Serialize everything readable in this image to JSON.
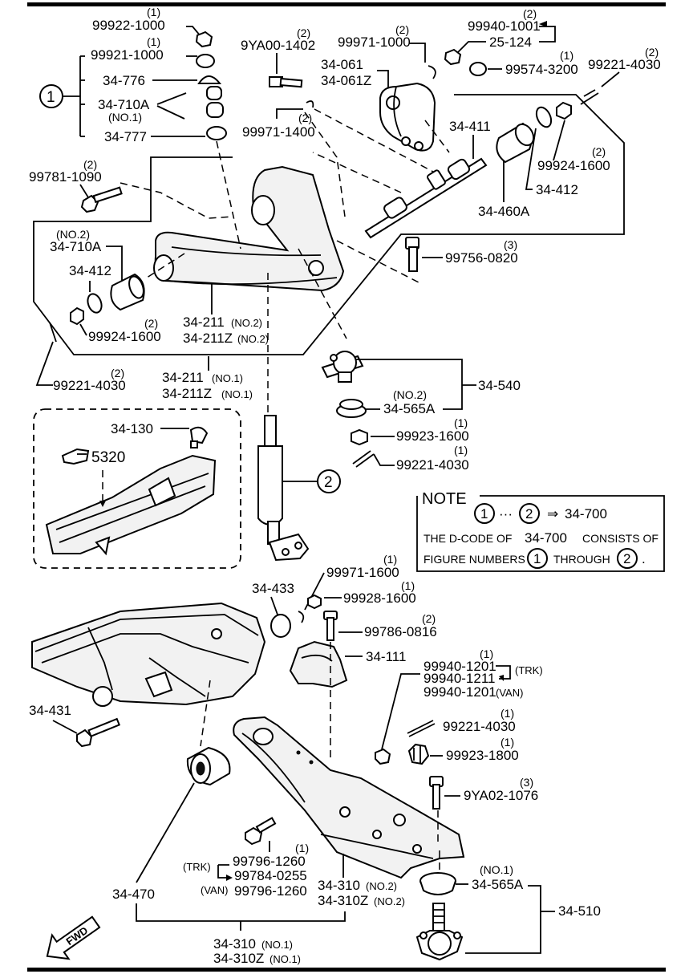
{
  "labels": {
    "p99922_1000": "99922-1000",
    "q99922_1000": "(1)",
    "p99921_1000": "99921-1000",
    "q99921_1000": "(1)",
    "p34_776": "34-776",
    "p34_710A": "34-710A",
    "q34_710A": "(NO.1)",
    "p34_777": "34-777",
    "circle1": "1",
    "p9YA00_1402": "9YA00-1402",
    "q9YA00_1402": "(2)",
    "p99971_1000": "99971-1000",
    "q99971_1000": "(2)",
    "p34_061": "34-061",
    "p34_061Z": "34-061Z",
    "p99971_1400": "99971-1400",
    "q99971_1400": "(2)",
    "p99940_1001": "99940-1001",
    "q99940_1001": "(2)",
    "p25_124": "25-124",
    "p99574_3200": "99574-3200",
    "q99574_3200": "(1)",
    "p99221_4030_top": "99221-4030",
    "q99221_4030_top": "(2)",
    "p34_411": "34-411",
    "p99924_1600_r": "99924-1600",
    "q99924_1600_r": "(2)",
    "p34_412_r": "34-412",
    "p34_460A": "34-460A",
    "p99781_1090": "99781-1090",
    "q99781_1090": "(2)",
    "q34_710A_no2": "(NO.2)",
    "p34_710A_l": "34-710A",
    "p34_412_l": "34-412",
    "p99924_1600_l": "99924-1600",
    "q99924_1600_l": "(2)",
    "p99756_0820": "99756-0820",
    "q99756_0820": "(3)",
    "p34_211_no2": "34-211",
    "q34_211_no2": "(NO.2)",
    "p34_211Z_no2": "34-211Z",
    "q34_211Z_no2": "(NO.2)",
    "p99221_4030_l": "99221-4030",
    "q99221_4030_l": "(2)",
    "p34_211_no1": "34-211",
    "q34_211_no1": "(NO.1)",
    "p34_211Z_no1": "34-211Z",
    "q34_211Z_no1": "(NO.1)",
    "p34_540": "34-540",
    "q34_565A_no2": "(NO.2)",
    "p34_565A_top": "34-565A",
    "p99923_1600": "99923-1600",
    "q99923_1600": "(1)",
    "p99221_4030_m": "99221-4030",
    "q99221_4030_m": "(1)",
    "p34_130": "34-130",
    "p5320": "5320",
    "circle2": "2",
    "p99971_1600": "99971-1600",
    "q99971_1600": "(1)",
    "p34_433": "34-433",
    "p99928_1600": "99928-1600",
    "q99928_1600": "(1)",
    "p99786_0816": "99786-0816",
    "q99786_0816": "(2)",
    "p34_111": "34-111",
    "p34_431": "34-431",
    "p99940_1201": "99940-1201",
    "q99940_1201": "(1)",
    "p99940_1211": "99940-1211",
    "trk_a": "(TRK)",
    "p99940_1201_van": "99940-1201",
    "van_a": "(VAN)",
    "p99221_4030_b": "99221-4030",
    "q99221_4030_b": "(1)",
    "p99923_1800": "99923-1800",
    "q99923_1800": "(1)",
    "p9YA02_1076": "9YA02-1076",
    "q9YA02_1076": "(3)",
    "p99796_1260": "99796-1260",
    "q99796_1260": "(1)",
    "trk_b": "(TRK)",
    "p99784_0255": "99784-0255",
    "van_b": "(VAN)",
    "p99796_1260_van": "99796-1260",
    "p34_470": "34-470",
    "p34_310_no2": "34-310",
    "q34_310_no2": "(NO.2)",
    "p34_310Z_no2": "34-310Z",
    "q34_310Z_no2": "(NO.2)",
    "q34_565A_no1": "(NO.1)",
    "p34_565A_b": "34-565A",
    "p34_510": "34-510",
    "p34_310_no1": "34-310",
    "q34_310_no1": "(NO.1)",
    "p34_310Z_no1": "34-310Z",
    "q34_310Z_no1": "(NO.1)",
    "fwd": "FWD"
  },
  "note": {
    "title": "NOTE",
    "c1": "1",
    "dots": "···",
    "c2": "2",
    "arrow": "⇒",
    "target": "34-700",
    "line2_a": "THE D-CODE OF",
    "line2_b": "34-700",
    "line2_c": "CONSISTS OF",
    "line3_a": "FIGURE NUMBERS",
    "line3_c1": "1",
    "line3_b": "THROUGH",
    "line3_c2": "2",
    "line3_end": "."
  }
}
